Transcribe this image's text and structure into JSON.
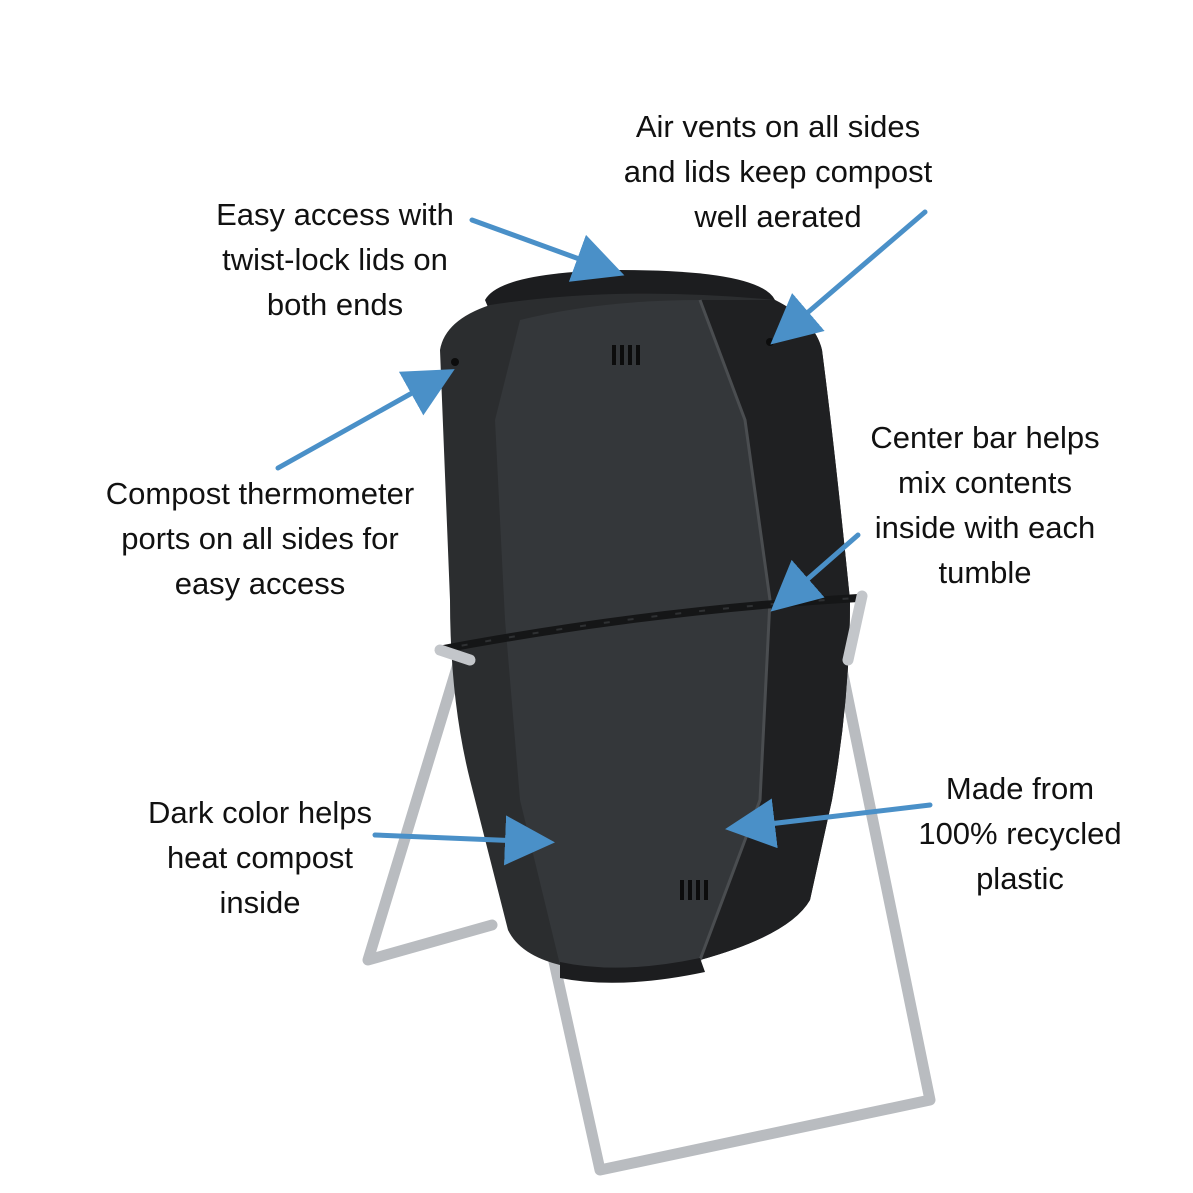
{
  "colors": {
    "background": "#ffffff",
    "arrow": "#4a90c8",
    "bin_body": "#2b2d2f",
    "bin_dark": "#1c1d1f",
    "bin_highlight": "#3c3f42",
    "stand": "#b9bcc0",
    "text": "#111111"
  },
  "callouts": {
    "air_vents": {
      "lines": [
        "Air vents on all sides",
        "and lids keep compost",
        "well aerated"
      ]
    },
    "twist_lock_lids": {
      "lines": [
        "Easy access with",
        "twist-lock lids on",
        "both ends"
      ]
    },
    "thermometer_ports": {
      "lines": [
        "Compost thermometer",
        "ports on all sides for",
        "easy access"
      ]
    },
    "center_bar": {
      "lines": [
        "Center bar helps",
        "mix contents",
        "inside with each",
        "tumble"
      ]
    },
    "dark_color": {
      "lines": [
        "Dark color helps",
        "heat compost",
        "inside"
      ]
    },
    "recycled_plastic": {
      "lines": [
        "Made from",
        "100% recycled",
        "plastic"
      ]
    }
  }
}
